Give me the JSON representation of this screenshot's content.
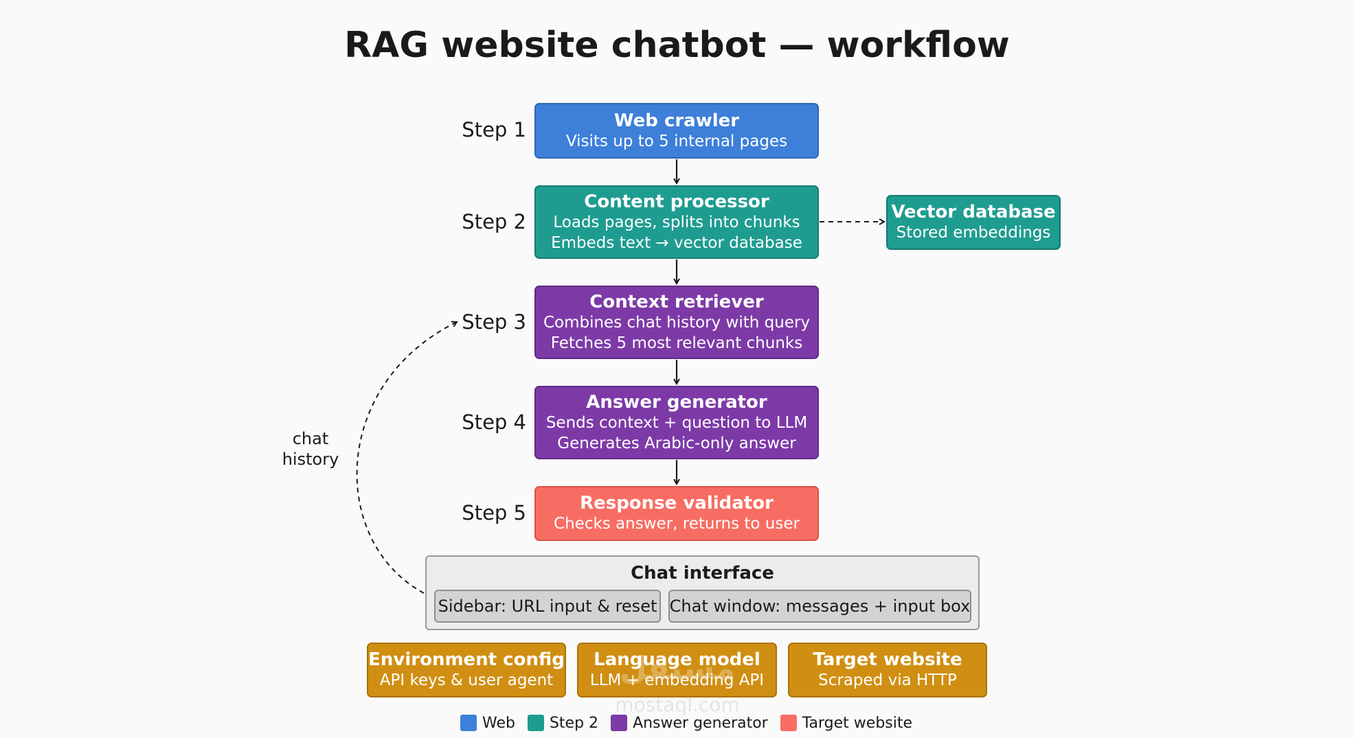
{
  "title": "RAG website chatbot — workflow",
  "steps": [
    {
      "label": "Step 1",
      "title": "Web crawler",
      "lines": [
        "Visits up to 5 internal pages"
      ],
      "color": "#3d7fd9"
    },
    {
      "label": "Step 2",
      "title": "Content processor",
      "lines": [
        "Loads pages, splits into chunks",
        "Embeds text → vector database"
      ],
      "color": "#1f9c90"
    },
    {
      "label": "Step 3",
      "title": "Context retriever",
      "lines": [
        "Combines chat history with query",
        "Fetches 5 most relevant chunks"
      ],
      "color": "#7d3aa7"
    },
    {
      "label": "Step 4",
      "title": "Answer generator",
      "lines": [
        "Sends context + question to LLM",
        "Generates Arabic-only answer"
      ],
      "color": "#7d3aa7"
    },
    {
      "label": "Step 5",
      "title": "Response validator",
      "lines": [
        "Checks answer, returns to user"
      ],
      "color": "#f86d63"
    }
  ],
  "vector_db": {
    "title": "Vector database",
    "line": "Stored embeddings",
    "color": "#1f9c90"
  },
  "chat_interface": {
    "title": "Chat interface",
    "sidebar": "Sidebar: URL input & reset",
    "window": "Chat window: messages + input box"
  },
  "side_note": {
    "line1": "chat",
    "line2": "history"
  },
  "bottom_boxes": [
    {
      "title": "Environment config",
      "line": "API keys & user agent",
      "color": "#d08f12"
    },
    {
      "title": "Language model",
      "line": "LLM + embedding API",
      "color": "#d08f12"
    },
    {
      "title": "Target website",
      "line": "Scraped via HTTP",
      "color": "#d08f12"
    }
  ],
  "legend": [
    {
      "label": "Web",
      "color": "#3d7fd9"
    },
    {
      "label": "Step 2",
      "color": "#1f9c90"
    },
    {
      "label": "Answer generator",
      "color": "#7d3aa7"
    },
    {
      "label": "Target website",
      "color": "#f86d63"
    }
  ],
  "watermark": {
    "arabic": "مستقل",
    "latin": "mostaql.com"
  }
}
